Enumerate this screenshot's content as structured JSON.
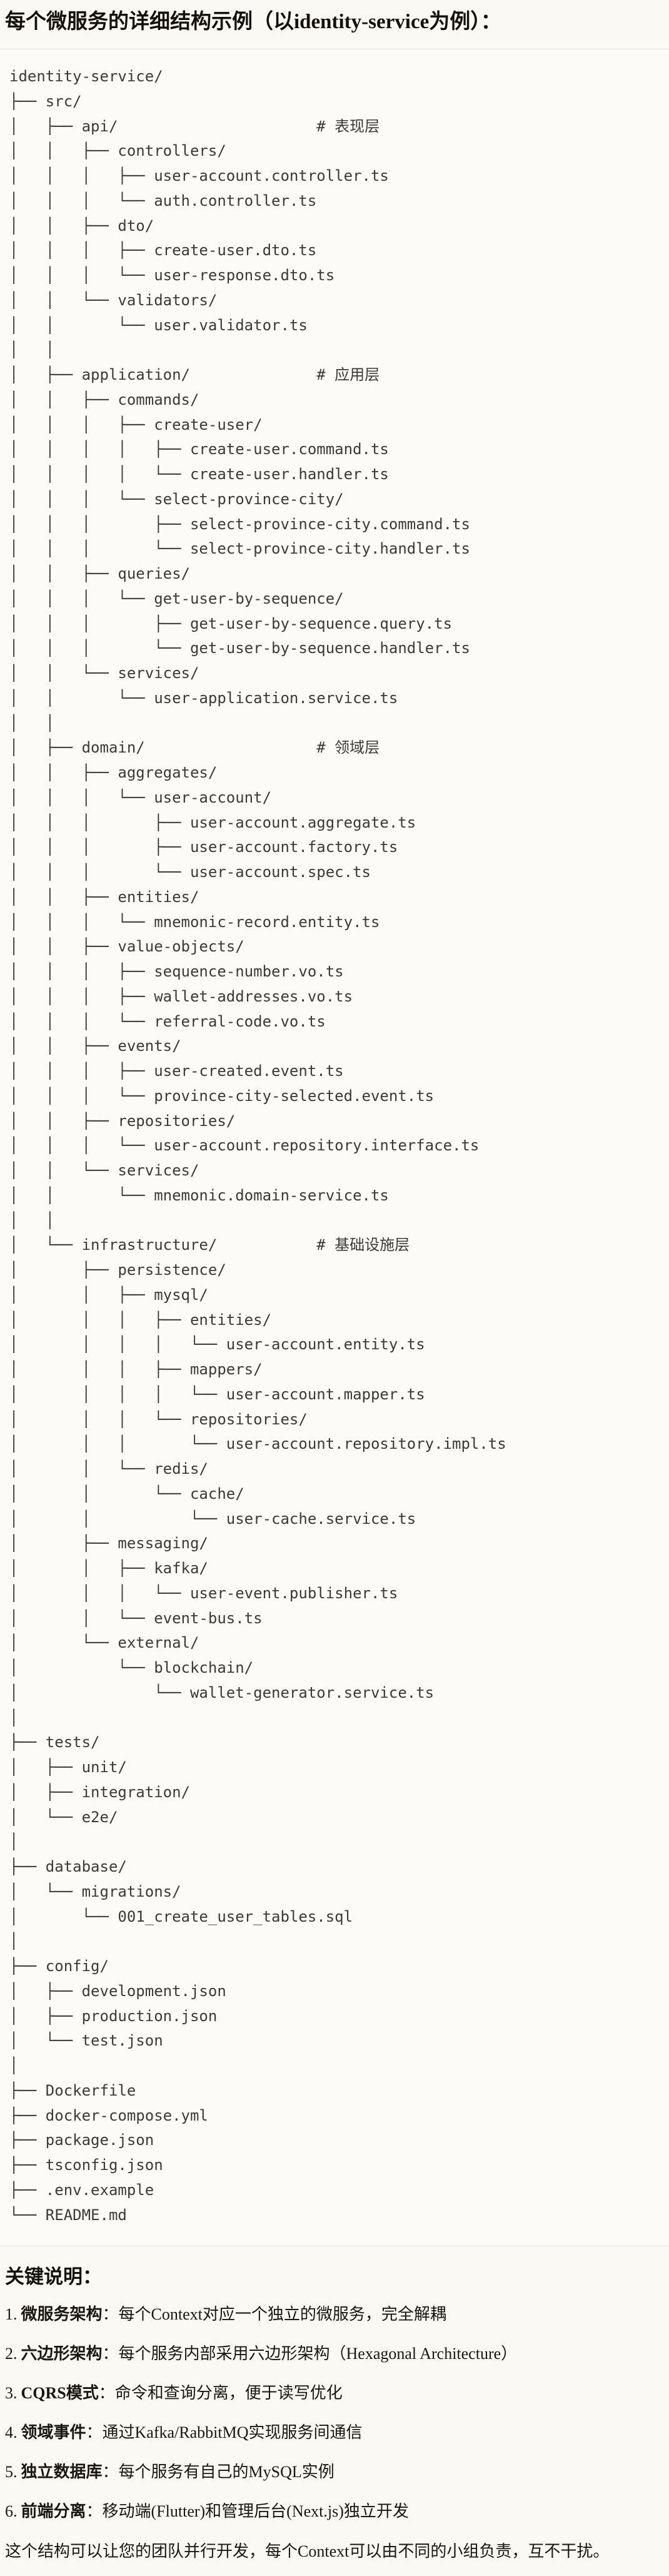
{
  "page": {
    "title": "每个微服务的详细结构示例（以identity-service为例）："
  },
  "code": {
    "language": "text",
    "lines": [
      "identity-service/",
      "├── src/",
      "│   ├── api/                      # 表现层",
      "│   │   ├── controllers/",
      "│   │   │   ├── user-account.controller.ts",
      "│   │   │   └── auth.controller.ts",
      "│   │   ├── dto/",
      "│   │   │   ├── create-user.dto.ts",
      "│   │   │   └── user-response.dto.ts",
      "│   │   └── validators/",
      "│   │       └── user.validator.ts",
      "│   │",
      "│   ├── application/              # 应用层",
      "│   │   ├── commands/",
      "│   │   │   ├── create-user/",
      "│   │   │   │   ├── create-user.command.ts",
      "│   │   │   │   └── create-user.handler.ts",
      "│   │   │   └── select-province-city/",
      "│   │   │       ├── select-province-city.command.ts",
      "│   │   │       └── select-province-city.handler.ts",
      "│   │   ├── queries/",
      "│   │   │   └── get-user-by-sequence/",
      "│   │   │       ├── get-user-by-sequence.query.ts",
      "│   │   │       └── get-user-by-sequence.handler.ts",
      "│   │   └── services/",
      "│   │       └── user-application.service.ts",
      "│   │",
      "│   ├── domain/                   # 领域层",
      "│   │   ├── aggregates/",
      "│   │   │   └── user-account/",
      "│   │   │       ├── user-account.aggregate.ts",
      "│   │   │       ├── user-account.factory.ts",
      "│   │   │       └── user-account.spec.ts",
      "│   │   ├── entities/",
      "│   │   │   └── mnemonic-record.entity.ts",
      "│   │   ├── value-objects/",
      "│   │   │   ├── sequence-number.vo.ts",
      "│   │   │   ├── wallet-addresses.vo.ts",
      "│   │   │   └── referral-code.vo.ts",
      "│   │   ├── events/",
      "│   │   │   ├── user-created.event.ts",
      "│   │   │   └── province-city-selected.event.ts",
      "│   │   ├── repositories/",
      "│   │   │   └── user-account.repository.interface.ts",
      "│   │   └── services/",
      "│   │       └── mnemonic.domain-service.ts",
      "│   │",
      "│   └── infrastructure/           # 基础设施层",
      "│       ├── persistence/",
      "│       │   ├── mysql/",
      "│       │   │   ├── entities/",
      "│       │   │   │   └── user-account.entity.ts",
      "│       │   │   ├── mappers/",
      "│       │   │   │   └── user-account.mapper.ts",
      "│       │   │   └── repositories/",
      "│       │   │       └── user-account.repository.impl.ts",
      "│       │   └── redis/",
      "│       │       └── cache/",
      "│       │           └── user-cache.service.ts",
      "│       ├── messaging/",
      "│       │   ├── kafka/",
      "│       │   │   └── user-event.publisher.ts",
      "│       │   └── event-bus.ts",
      "│       └── external/",
      "│           └── blockchain/",
      "│               └── wallet-generator.service.ts",
      "│",
      "├── tests/",
      "│   ├── unit/",
      "│   ├── integration/",
      "│   └── e2e/",
      "│",
      "├── database/",
      "│   └── migrations/",
      "│       └── 001_create_user_tables.sql",
      "│",
      "├── config/",
      "│   ├── development.json",
      "│   ├── production.json",
      "│   └── test.json",
      "│",
      "├── Dockerfile",
      "├── docker-compose.yml",
      "├── package.json",
      "├── tsconfig.json",
      "├── .env.example",
      "└── README.md"
    ]
  },
  "notes": {
    "heading": "关键说明：",
    "items": [
      {
        "num": "1.",
        "term": "微服务架构",
        "sep": "：",
        "desc": "每个Context对应一个独立的微服务，完全解耦"
      },
      {
        "num": "2.",
        "term": "六边形架构",
        "sep": "：",
        "desc": "每个服务内部采用六边形架构（Hexagonal Architecture）"
      },
      {
        "num": "3.",
        "term": "CQRS模式",
        "sep": "：",
        "desc": "命令和查询分离，便于读写优化"
      },
      {
        "num": "4.",
        "term": "领域事件",
        "sep": "：",
        "desc": "通过Kafka/RabbitMQ实现服务间通信"
      },
      {
        "num": "5.",
        "term": "独立数据库",
        "sep": "：",
        "desc": "每个服务有自己的MySQL实例"
      },
      {
        "num": "6.",
        "term": "前端分离",
        "sep": "：",
        "desc": "移动端(Flutter)和管理后台(Next.js)独立开发"
      }
    ],
    "closing": "这个结构可以让您的团队并行开发，每个Context可以由不同的小组负责，互不干扰。"
  }
}
